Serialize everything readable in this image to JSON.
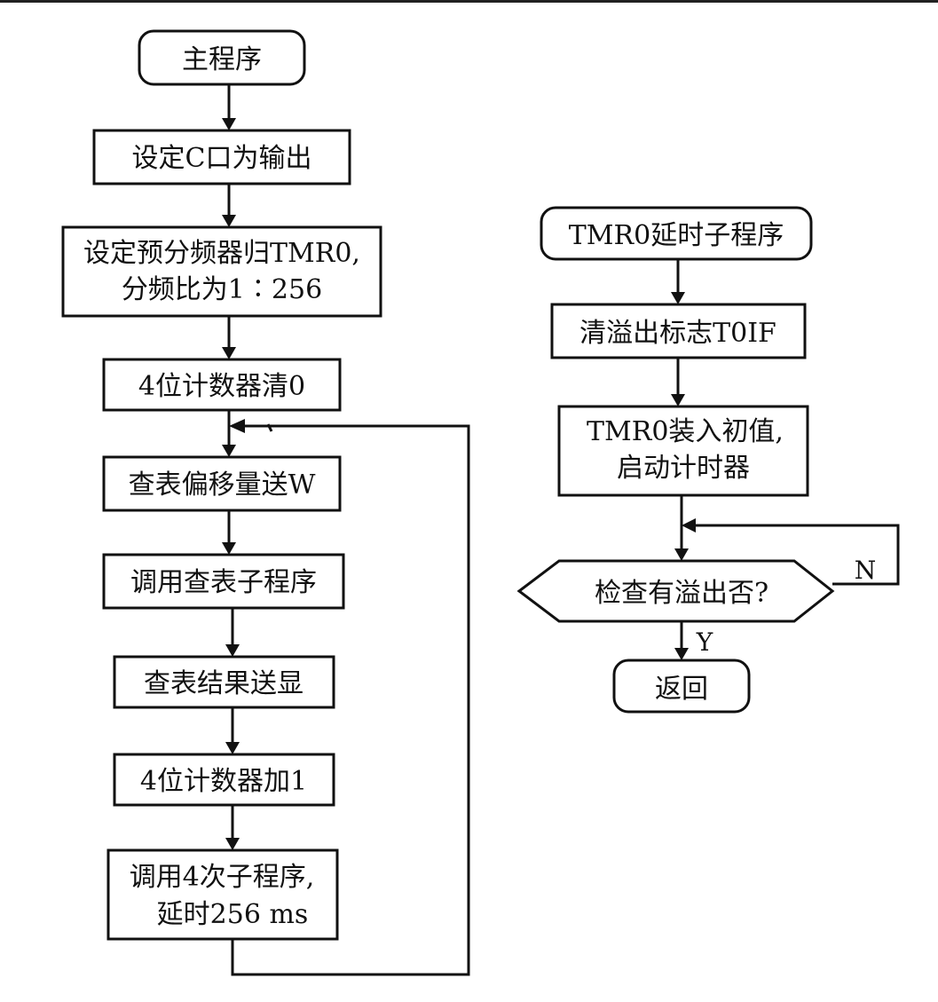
{
  "main_flow": {
    "start": "主程序",
    "steps": [
      [
        "设定C口为输出"
      ],
      [
        "设定预分频器归TMR0,",
        "分频比为1∶256"
      ],
      [
        "4位计数器清0"
      ],
      [
        "查表偏移量送W"
      ],
      [
        "调用查表子程序"
      ],
      [
        "查表结果送显"
      ],
      [
        "4位计数器加1"
      ],
      [
        "调用4次子程序,",
        "延时256 ms"
      ]
    ]
  },
  "delay_flow": {
    "start": "TMR0延时子程序",
    "steps": [
      [
        "清溢出标志T0IF"
      ],
      [
        "TMR0装入初值,",
        "启动计时器"
      ]
    ],
    "decision": "检查有溢出否?",
    "no_label": "N",
    "yes_label": "Y",
    "end": "返回"
  }
}
